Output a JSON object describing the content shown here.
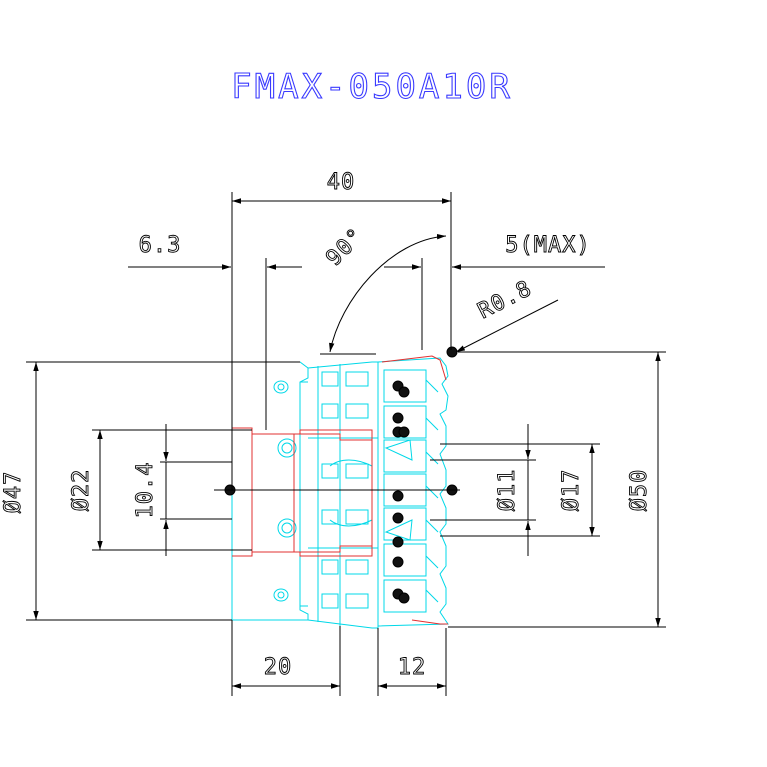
{
  "title": "FMAX-050A10R",
  "dimensions": {
    "overall_length": "40",
    "width_6_3": "6.3",
    "max_depth": "5(MAX)",
    "angle": "90°",
    "corner_radius": "R0.8",
    "dia_47": "Ø47",
    "dia_22": "Ø22",
    "len_10_4": "10.4",
    "dia_11": "Ø11",
    "dia_17": "Ø17",
    "dia_50": "Ø50",
    "len_20": "20",
    "len_12": "12"
  },
  "colors": {
    "title": "#3a3aff",
    "body_outline": "#00d8e8",
    "section": "#e23030",
    "dimension": "#000000"
  }
}
